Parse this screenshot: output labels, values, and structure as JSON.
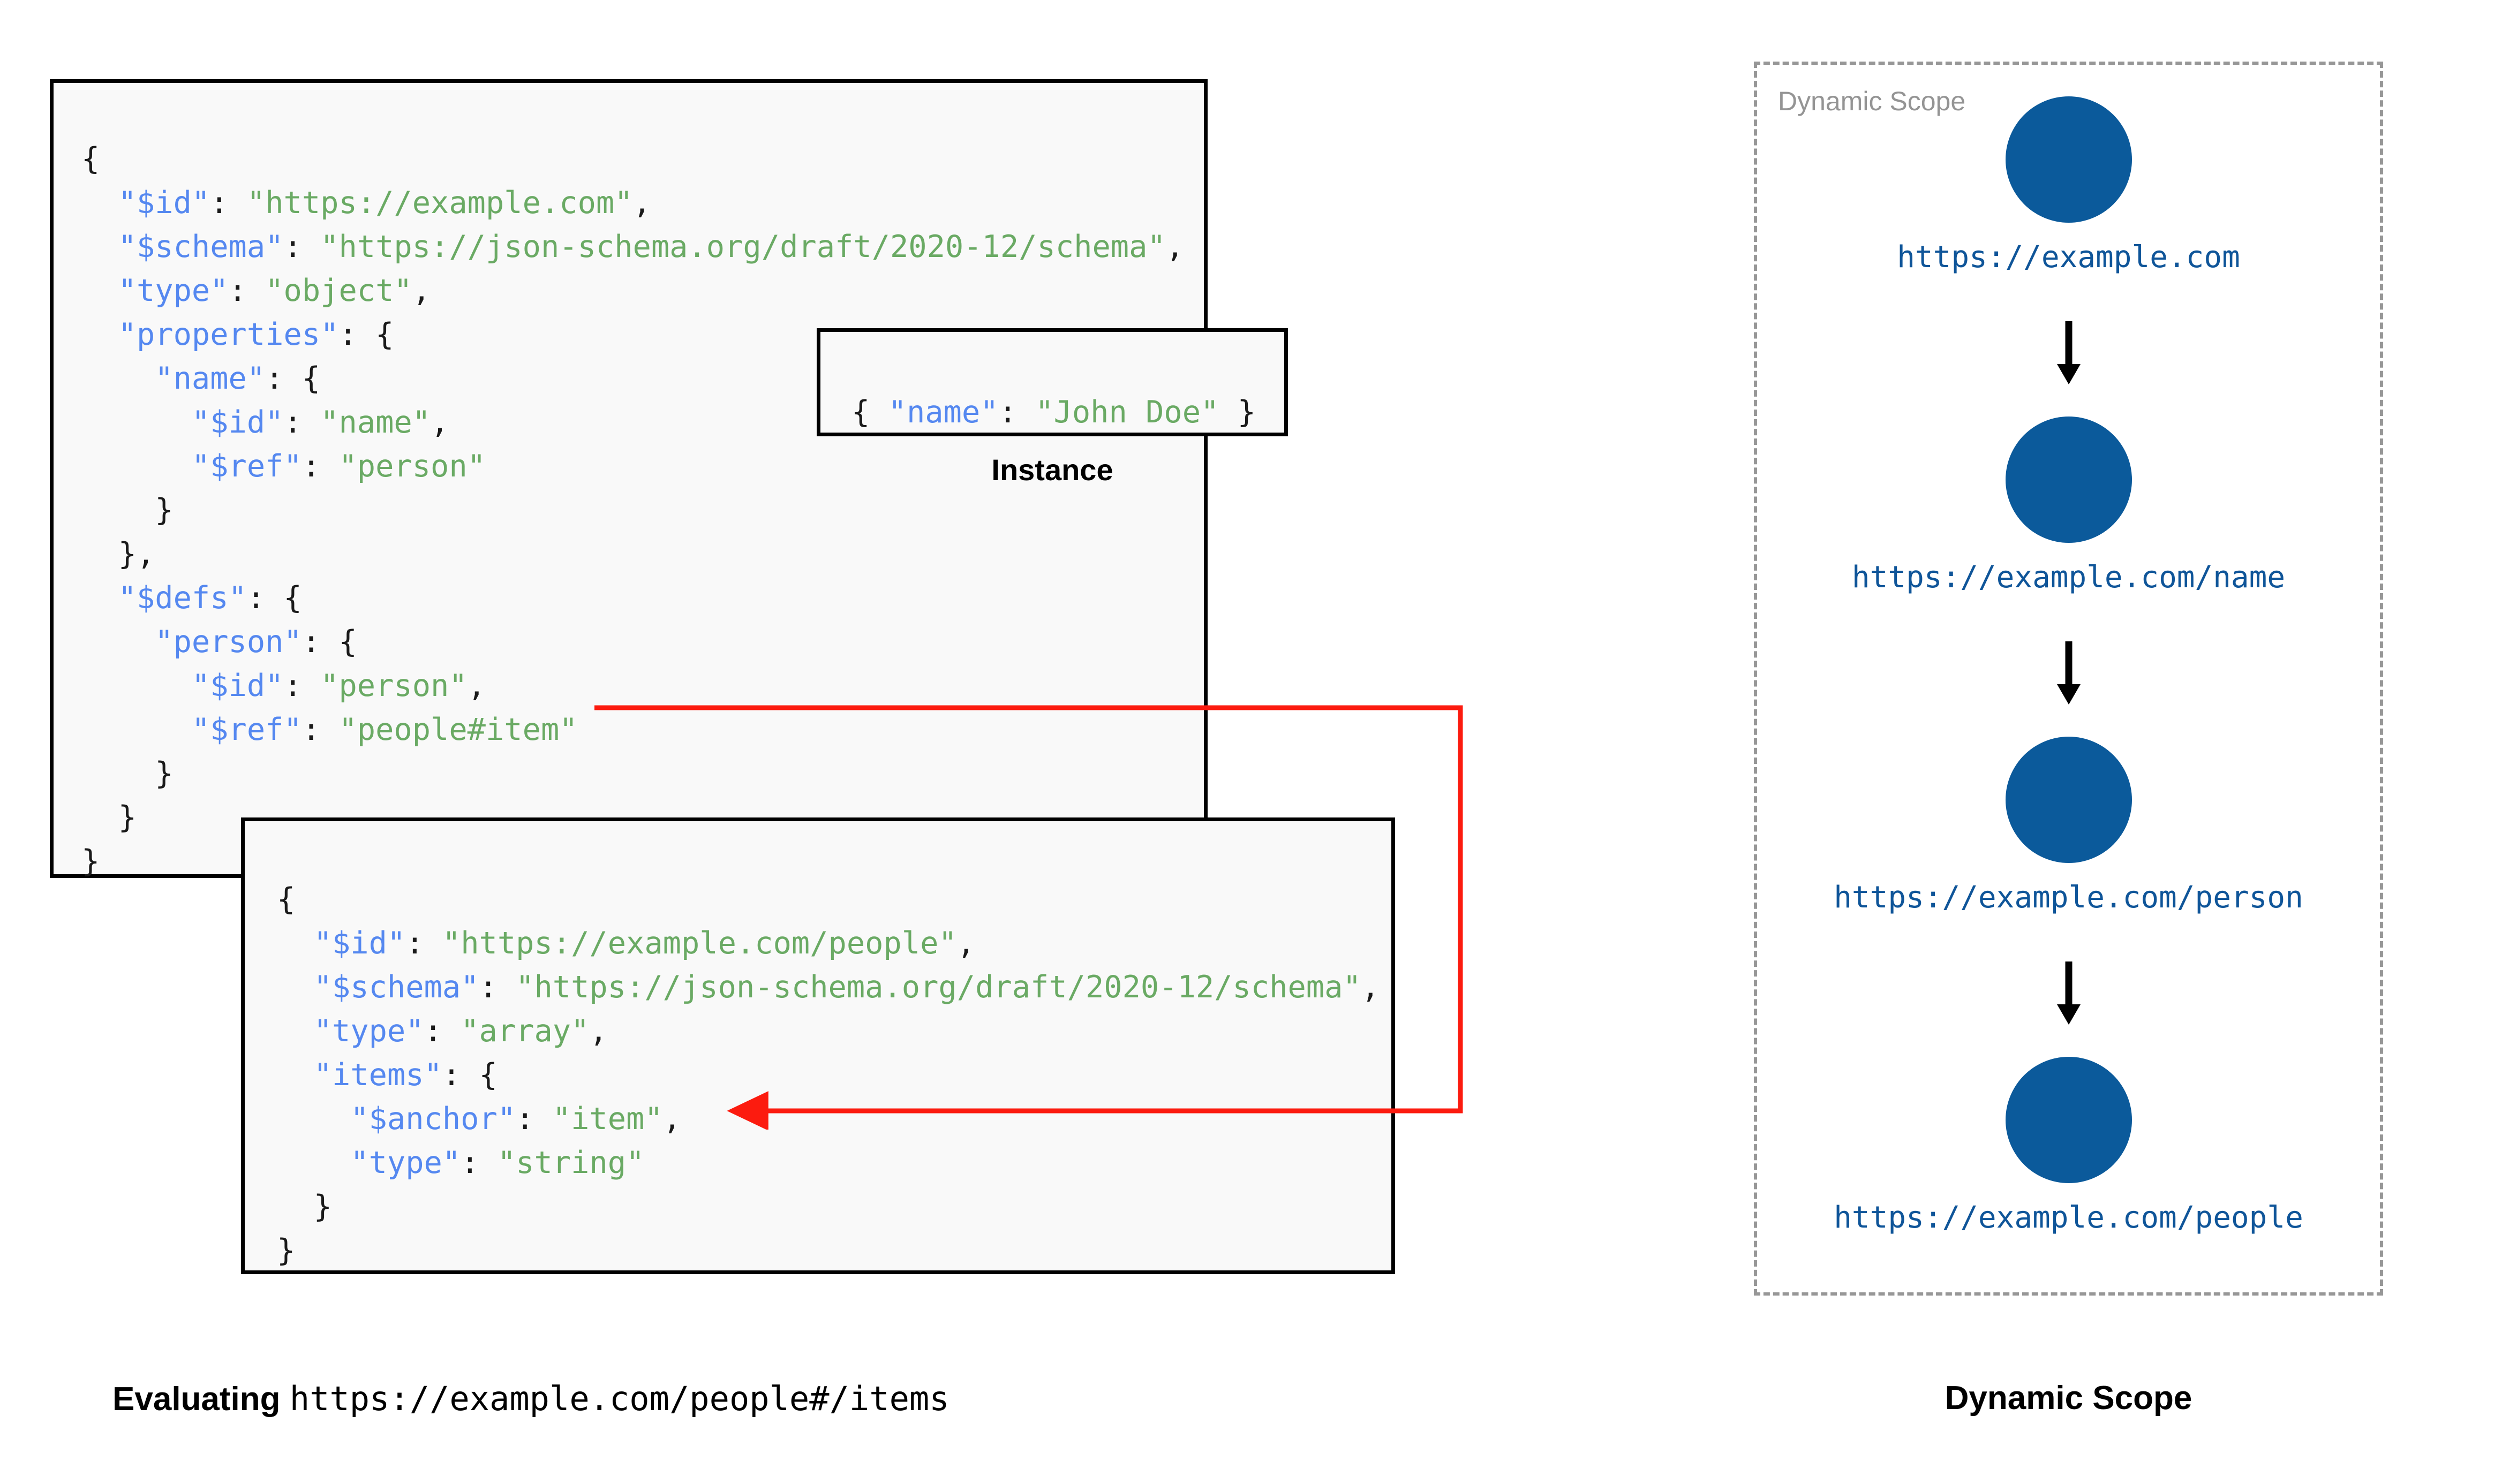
{
  "colors": {
    "key": "#5588f0",
    "string": "#6aaa64",
    "punctuation": "#1a1a1a",
    "node_fill": "#0b5a9b",
    "node_label": "#0f5599",
    "arrow_ref": "#fc1b0f",
    "panel_border": "#979797",
    "box_border": "#000000",
    "box_background": "#f9f9f9"
  },
  "schema_root": {
    "lines": [
      [
        {
          "t": "{",
          "c": "punc"
        }
      ],
      [
        {
          "t": "  ",
          "c": "punc"
        },
        {
          "t": "\"$id\"",
          "c": "key"
        },
        {
          "t": ": ",
          "c": "punc"
        },
        {
          "t": "\"https://example.com\"",
          "c": "str"
        },
        {
          "t": ",",
          "c": "punc"
        }
      ],
      [
        {
          "t": "  ",
          "c": "punc"
        },
        {
          "t": "\"$schema\"",
          "c": "key"
        },
        {
          "t": ": ",
          "c": "punc"
        },
        {
          "t": "\"https://json-schema.org/draft/2020-12/schema\"",
          "c": "str"
        },
        {
          "t": ",",
          "c": "punc"
        }
      ],
      [
        {
          "t": "  ",
          "c": "punc"
        },
        {
          "t": "\"type\"",
          "c": "key"
        },
        {
          "t": ": ",
          "c": "punc"
        },
        {
          "t": "\"object\"",
          "c": "str"
        },
        {
          "t": ",",
          "c": "punc"
        }
      ],
      [
        {
          "t": "  ",
          "c": "punc"
        },
        {
          "t": "\"properties\"",
          "c": "key"
        },
        {
          "t": ": {",
          "c": "punc"
        }
      ],
      [
        {
          "t": "    ",
          "c": "punc"
        },
        {
          "t": "\"name\"",
          "c": "key"
        },
        {
          "t": ": {",
          "c": "punc"
        }
      ],
      [
        {
          "t": "      ",
          "c": "punc"
        },
        {
          "t": "\"$id\"",
          "c": "key"
        },
        {
          "t": ": ",
          "c": "punc"
        },
        {
          "t": "\"name\"",
          "c": "str"
        },
        {
          "t": ",",
          "c": "punc"
        }
      ],
      [
        {
          "t": "      ",
          "c": "punc"
        },
        {
          "t": "\"$ref\"",
          "c": "key"
        },
        {
          "t": ": ",
          "c": "punc"
        },
        {
          "t": "\"person\"",
          "c": "str"
        }
      ],
      [
        {
          "t": "    }",
          "c": "punc"
        }
      ],
      [
        {
          "t": "  },",
          "c": "punc"
        }
      ],
      [
        {
          "t": "  ",
          "c": "punc"
        },
        {
          "t": "\"$defs\"",
          "c": "key"
        },
        {
          "t": ": {",
          "c": "punc"
        }
      ],
      [
        {
          "t": "    ",
          "c": "punc"
        },
        {
          "t": "\"person\"",
          "c": "key"
        },
        {
          "t": ": {",
          "c": "punc"
        }
      ],
      [
        {
          "t": "      ",
          "c": "punc"
        },
        {
          "t": "\"$id\"",
          "c": "key"
        },
        {
          "t": ": ",
          "c": "punc"
        },
        {
          "t": "\"person\"",
          "c": "str"
        },
        {
          "t": ",",
          "c": "punc"
        }
      ],
      [
        {
          "t": "      ",
          "c": "punc"
        },
        {
          "t": "\"$ref\"",
          "c": "key"
        },
        {
          "t": ": ",
          "c": "punc"
        },
        {
          "t": "\"people#item\"",
          "c": "str"
        }
      ],
      [
        {
          "t": "    }",
          "c": "punc"
        }
      ],
      [
        {
          "t": "  }",
          "c": "punc"
        }
      ],
      [
        {
          "t": "}",
          "c": "punc"
        }
      ]
    ]
  },
  "instance": {
    "label": "Instance",
    "lines": [
      [
        {
          "t": "{ ",
          "c": "punc"
        },
        {
          "t": "\"name\"",
          "c": "key"
        },
        {
          "t": ": ",
          "c": "punc"
        },
        {
          "t": "\"John Doe\"",
          "c": "str"
        },
        {
          "t": " }",
          "c": "punc"
        }
      ]
    ]
  },
  "schema_people": {
    "lines": [
      [
        {
          "t": "{",
          "c": "punc"
        }
      ],
      [
        {
          "t": "  ",
          "c": "punc"
        },
        {
          "t": "\"$id\"",
          "c": "key"
        },
        {
          "t": ": ",
          "c": "punc"
        },
        {
          "t": "\"https://example.com/people\"",
          "c": "str"
        },
        {
          "t": ",",
          "c": "punc"
        }
      ],
      [
        {
          "t": "  ",
          "c": "punc"
        },
        {
          "t": "\"$schema\"",
          "c": "key"
        },
        {
          "t": ": ",
          "c": "punc"
        },
        {
          "t": "\"https://json-schema.org/draft/2020-12/schema\"",
          "c": "str"
        },
        {
          "t": ",",
          "c": "punc"
        }
      ],
      [
        {
          "t": "  ",
          "c": "punc"
        },
        {
          "t": "\"type\"",
          "c": "key"
        },
        {
          "t": ": ",
          "c": "punc"
        },
        {
          "t": "\"array\"",
          "c": "str"
        },
        {
          "t": ",",
          "c": "punc"
        }
      ],
      [
        {
          "t": "  ",
          "c": "punc"
        },
        {
          "t": "\"items\"",
          "c": "key"
        },
        {
          "t": ": {",
          "c": "punc"
        }
      ],
      [
        {
          "t": "    ",
          "c": "punc"
        },
        {
          "t": "\"$anchor\"",
          "c": "key"
        },
        {
          "t": ": ",
          "c": "punc"
        },
        {
          "t": "\"item\"",
          "c": "str"
        },
        {
          "t": ",",
          "c": "punc"
        }
      ],
      [
        {
          "t": "    ",
          "c": "punc"
        },
        {
          "t": "\"type\"",
          "c": "key"
        },
        {
          "t": ": ",
          "c": "punc"
        },
        {
          "t": "\"string\"",
          "c": "str"
        }
      ],
      [
        {
          "t": "  }",
          "c": "punc"
        }
      ],
      [
        {
          "t": "}",
          "c": "punc"
        }
      ]
    ]
  },
  "dynamic_scope": {
    "inner_label": "Dynamic Scope",
    "caption": "Dynamic Scope",
    "nodes": [
      {
        "label": "https://example.com"
      },
      {
        "label": "https://example.com/name"
      },
      {
        "label": "https://example.com/person"
      },
      {
        "label": "https://example.com/people"
      }
    ]
  },
  "evaluating_caption": {
    "bold": "Evaluating",
    "mono": "https://example.com/people#/items"
  }
}
